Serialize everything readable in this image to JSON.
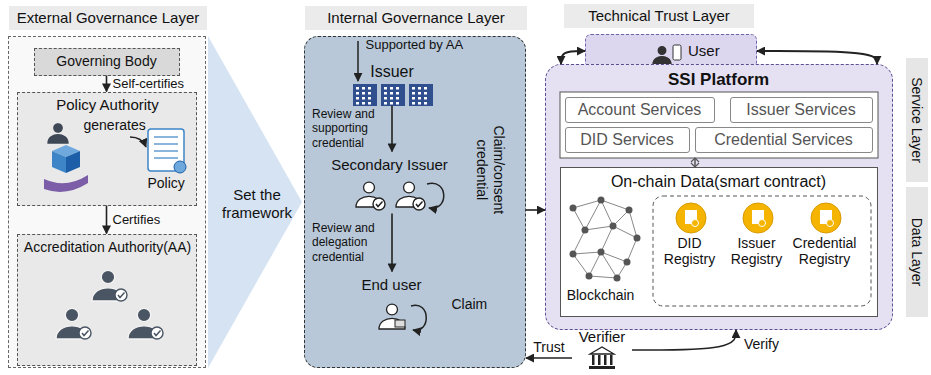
{
  "diagram": {
    "nodes": [
      {
        "text": [
          "External Governance Layer"
        ]
      },
      {
        "text": [
          "Governing Body"
        ],
        "in": 0
      },
      {
        "text": [
          "Policy Authority",
          "generates",
          "Policy"
        ],
        "in": 0
      },
      {
        "text": [
          "Accreditation Authority(AA)"
        ],
        "in": 0
      },
      {
        "text": [
          "Set the framework"
        ]
      },
      {
        "text": [
          "Internal Governance Layer"
        ]
      },
      {
        "text": [
          "Issuer"
        ],
        "in": 5
      },
      {
        "text": [
          "Secondary Issuer"
        ],
        "in": 5
      },
      {
        "text": [
          "End user"
        ],
        "in": 5
      },
      {
        "text": [
          "Technical Trust Layer"
        ]
      },
      {
        "text": [
          "User"
        ]
      },
      {
        "text": [
          "SSI Platform"
        ]
      },
      {
        "text": [
          "Account Services"
        ],
        "in": 11
      },
      {
        "text": [
          "Issuer Services"
        ],
        "in": 11
      },
      {
        "text": [
          "DID Services"
        ],
        "in": 11
      },
      {
        "text": [
          "Credential Services"
        ],
        "in": 11
      },
      {
        "text": [
          "On-chain Data(smart contract)"
        ],
        "in": 11
      },
      {
        "text": [
          "Verifier"
        ]
      }
    ],
    "edges": [
      {
        "from": 1,
        "to": 2,
        "arrow": "to",
        "label": "Self-certifies"
      },
      {
        "from": 2,
        "to": 3,
        "arrow": "to",
        "label": "Certifies"
      },
      {
        "from": 6,
        "to": 7,
        "arrow": "to",
        "label": "Review and supporting credential"
      },
      {
        "from": 7,
        "to": 8,
        "arrow": "to",
        "label": "Review and delegation credential"
      },
      {
        "from": 5,
        "to": 11,
        "arrow": "to"
      },
      {
        "from": 10,
        "to": 11,
        "arrow": "both"
      },
      {
        "from": 10,
        "to": 11,
        "arrow": "both"
      },
      {
        "from": 17,
        "to": 11,
        "arrow": "to",
        "label": "Verify"
      },
      {
        "from": 17,
        "to": 5,
        "arrow": "to",
        "label": "Trust"
      }
    ],
    "labels": [
      "Supported by AA",
      "Claim/consent credential",
      "Claim",
      "Blockchain",
      "DID Registry",
      "Issuer Registry",
      "Credential Registry",
      "Service Layer",
      "Data Layer"
    ]
  }
}
